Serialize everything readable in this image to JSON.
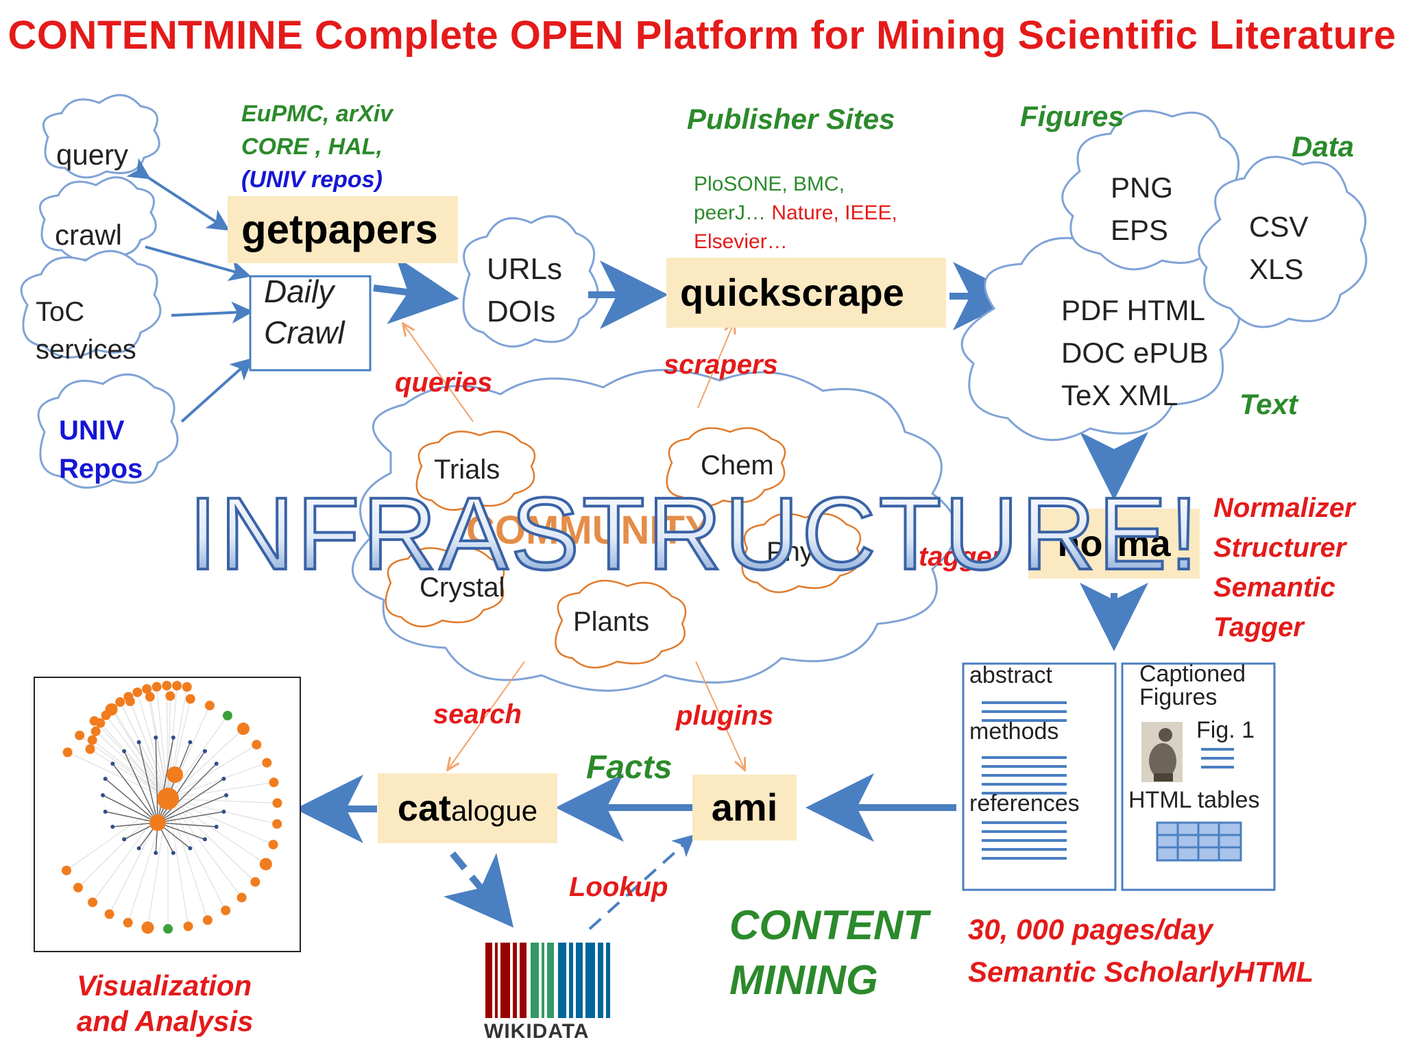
{
  "title": "CONTENTMINE Complete OPEN Platform for Mining Scientific Literature",
  "sources": {
    "repos_line1": "EuPMC, arXiv",
    "repos_line2": "CORE , HAL,",
    "repos_line3": "(UNIV repos)",
    "query": "query",
    "crawl": "crawl",
    "toc_line1": "ToC",
    "toc_line2": "services",
    "univ_line1": "UNIV",
    "univ_line2": "Repos"
  },
  "getpapers": {
    "label": "getpapers"
  },
  "daily_crawl": {
    "line1": "Daily",
    "line2": "Crawl"
  },
  "urls": {
    "line1": "URLs",
    "line2": "DOIs"
  },
  "publisher": {
    "heading": "Publisher Sites",
    "list_line1": "PloSONE, BMC,",
    "list_line2a": "peerJ… ",
    "list_line2b": "Nature, IEEE,",
    "list_line3": "Elsevier…"
  },
  "quickscrape": {
    "label": "quickscrape"
  },
  "formats": {
    "figures_heading": "Figures",
    "data_heading": "Data",
    "text_heading": "Text",
    "png": "PNG",
    "eps": "EPS",
    "csv": "CSV",
    "xls": "XLS",
    "fmt_line1": "PDF HTML",
    "fmt_line2": "DOC ePUB",
    "fmt_line3": "TeX XML"
  },
  "community": {
    "queries": "queries",
    "scrapers": "scrapers",
    "trials": "Trials",
    "chem": "Chem",
    "phyl": "Phyl",
    "crystal": "Crystal",
    "plants": "Plants",
    "community": "COMMUNITY",
    "tagger": "tagger",
    "infrastructure": "INFRASTRUCTURE!",
    "search": "search",
    "plugins": "plugins"
  },
  "norma": {
    "label": "norma",
    "role1": "Normalizer",
    "role2": "Structurer",
    "role3": "Semantic",
    "role4": "Tagger"
  },
  "document": {
    "abstract": "abstract",
    "methods": "methods",
    "references": "references",
    "captioned1": "Captioned",
    "captioned2": "Figures",
    "fig1": "Fig. 1",
    "html_tables": "HTML tables"
  },
  "ami": {
    "label": "ami",
    "facts": "Facts"
  },
  "catalogue": {
    "bold": "cat",
    "rest": "alogue"
  },
  "lookup": "Lookup",
  "wikidata": "WIKIDATA",
  "content_mining": {
    "line1": "CONTENT",
    "line2": "MINING"
  },
  "throughput": {
    "line1": "30, 000 pages/day",
    "line2": "Semantic ScholarlyHTML"
  },
  "visualization": {
    "line1": "Visualization",
    "line2": "and Analysis"
  },
  "colors": {
    "title_red": "#e41a1a",
    "green": "#2b8a2b",
    "blue_link": "#1515d6",
    "arrow_blue": "#4a7fc1",
    "cloud_stroke": "#7fa3d6",
    "tool_fill": "#fbe9c2",
    "community_orange": "#e07a2a",
    "node_orange": "#f07c1e",
    "node_green": "#3aa03a"
  }
}
